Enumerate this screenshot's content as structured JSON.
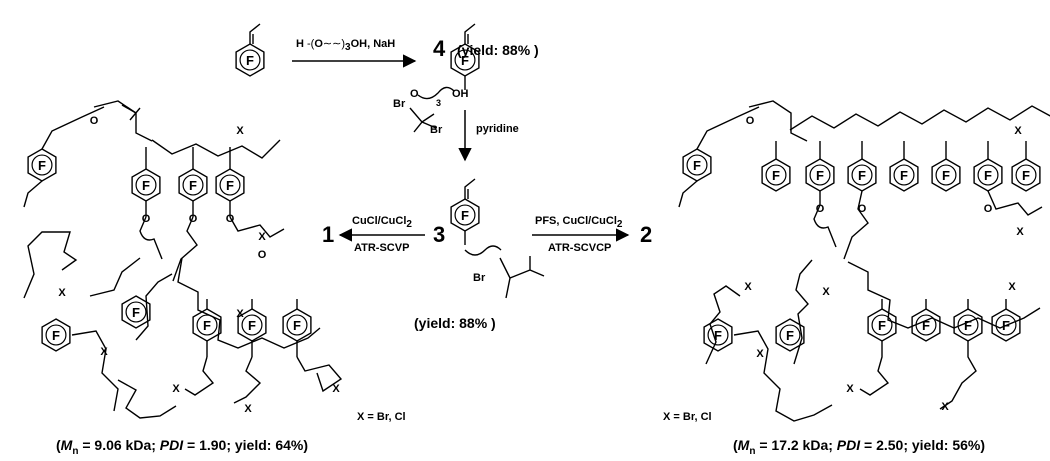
{
  "ring_letter": "F",
  "reagents": {
    "step1_label_prefix": "H",
    "step1_label_suffix": "OH, NaH",
    "repeat_3": "3",
    "step2_br1": "Br",
    "step2_br2": "Br",
    "step2_base": "pyridine",
    "left_catalyst": "CuCl/CuCl",
    "left_catalyst_sub": "2",
    "left_method": "ATR-SCVP",
    "right_catalyst": "PFS, CuCl/CuCl",
    "right_catalyst_sub": "2",
    "right_method": "ATR-SCVCP"
  },
  "compounds": {
    "c4_number": "4",
    "c4_yield": "(yield: 88% )",
    "c4_oh": "OH",
    "c4_o": "O",
    "c3_number": "3",
    "c3_yield": "(yield: 88% )",
    "c3_br": "Br",
    "c1_number": "1",
    "c2_number": "2"
  },
  "captions": {
    "x_def": "X = Br, Cl",
    "p1_open": "(",
    "p1_M": "M",
    "p1_Msub": "n",
    "p1_eq": " = 9.06 kDa; ",
    "p1_PDI": "PDI",
    "p1_rest": " = 1.90; yield: 64%)",
    "p2_open": "(",
    "p2_M": "M",
    "p2_Msub": "n",
    "p2_eq": " = 17.2 kDa; ",
    "p2_PDI": "PDI",
    "p2_rest": " = 2.50; yield: 56%)"
  },
  "atoms": {
    "X": "X",
    "O": "O"
  }
}
